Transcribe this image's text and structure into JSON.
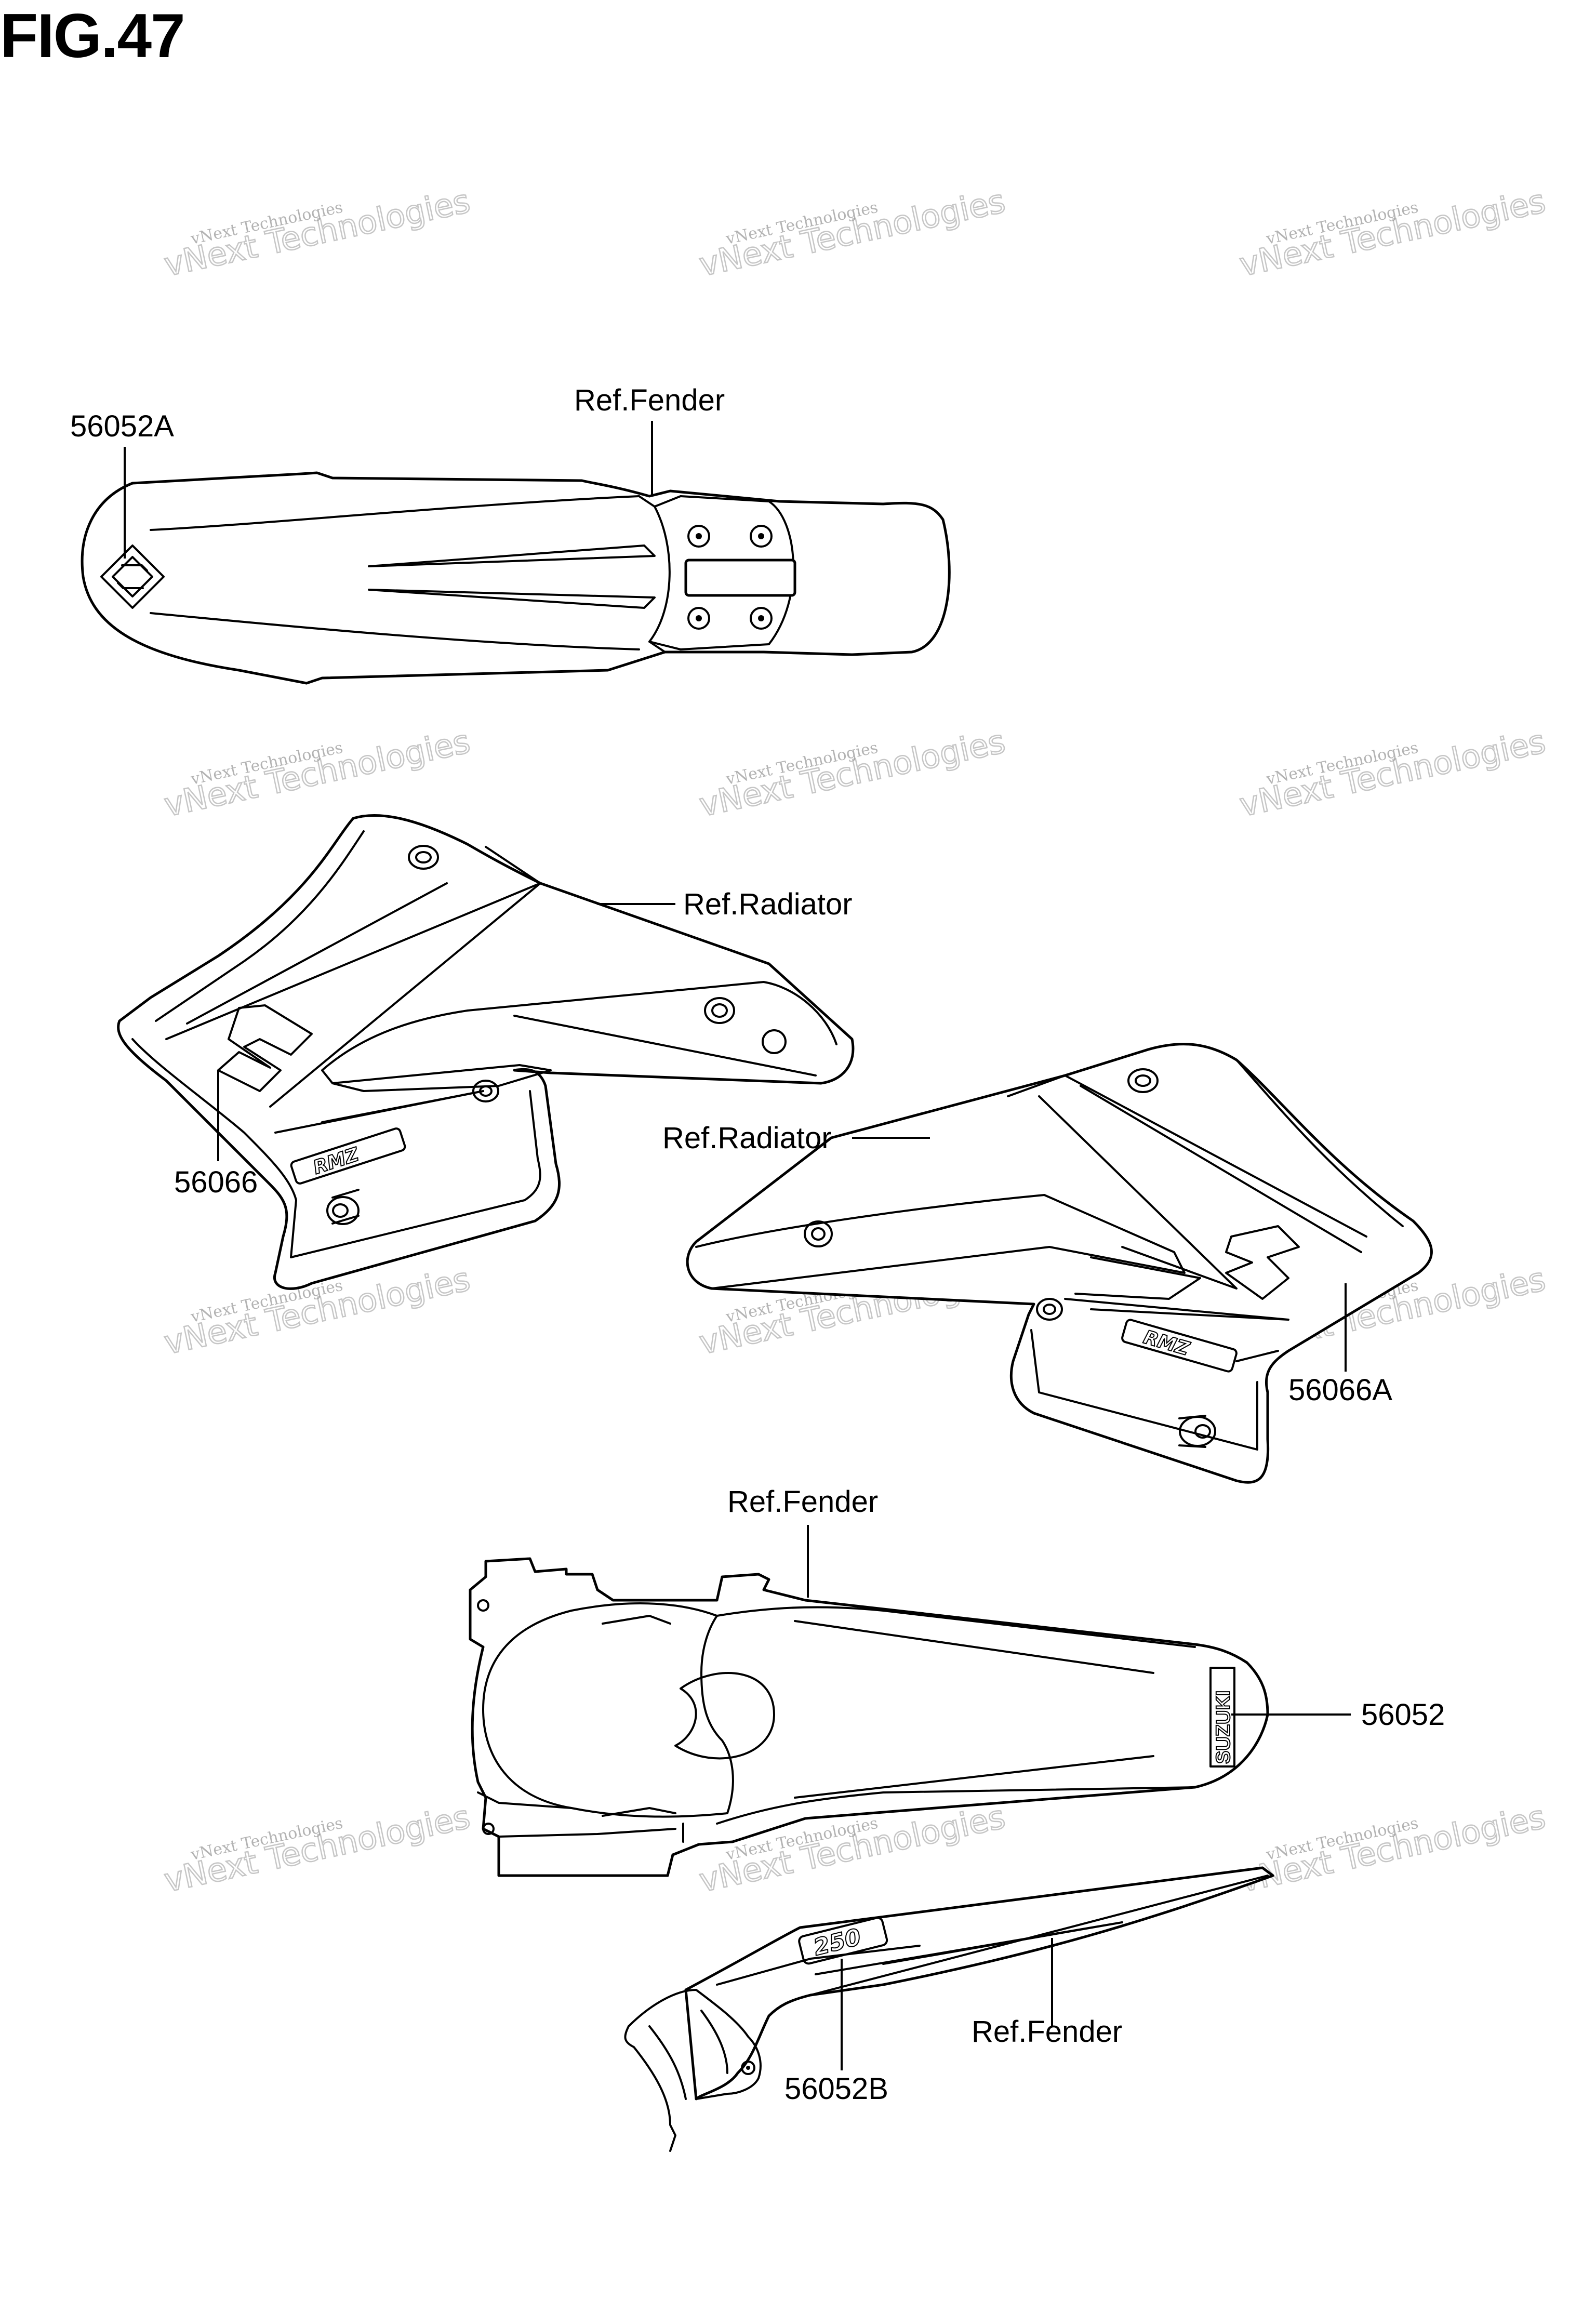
{
  "figure": {
    "title": "FIG.47"
  },
  "watermark": {
    "line1": "vNext Technologies",
    "line2": "vNext Technologies"
  },
  "labels": {
    "front_fender_ref": "Ref.Fender",
    "front_fender_part": "56052A",
    "left_radiator_ref": "Ref.Radiator",
    "left_radiator_part": "56066",
    "right_radiator_ref": "Ref.Radiator",
    "right_radiator_part": "56066A",
    "rear_fender_ref": "Ref.Fender",
    "rear_fender_part": "56052",
    "side_fender_ref": "Ref.Fender",
    "side_fender_part": "56052B"
  },
  "emblems": {
    "rear_fender_brand": "SUZUKI",
    "side_fender_number": "250",
    "radiator_model": "RMZ"
  }
}
